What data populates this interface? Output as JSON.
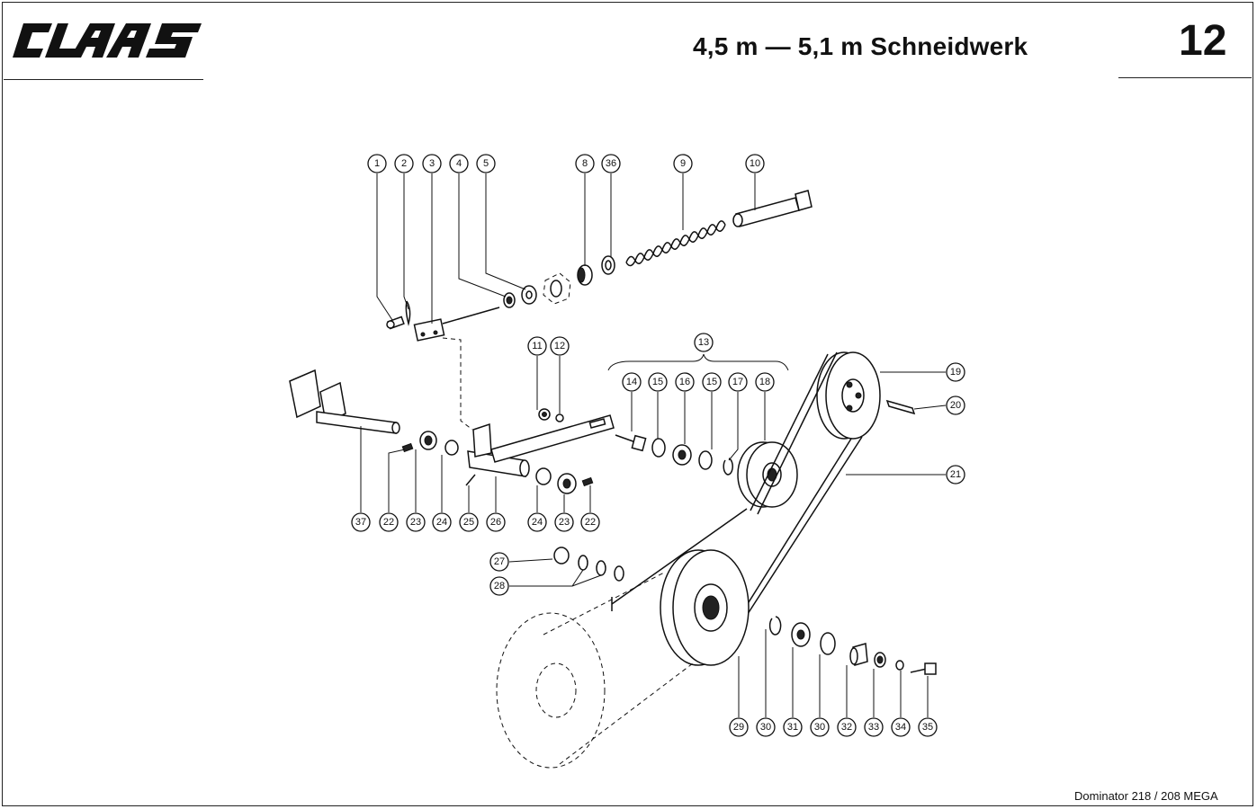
{
  "header": {
    "brand": "CLAAS",
    "title": "4,5 m — 5,1 m Schneidwerk",
    "page_number": "12"
  },
  "footer": {
    "model": "Dominator 218 / 208 MEGA"
  },
  "callouts": [
    "1",
    "2",
    "3",
    "4",
    "5",
    "8",
    "36",
    "9",
    "10",
    "11",
    "12",
    "13",
    "14",
    "15",
    "16",
    "15",
    "17",
    "18",
    "19",
    "20",
    "21",
    "37",
    "22",
    "23",
    "24",
    "25",
    "26",
    "24",
    "23",
    "22",
    "27",
    "28",
    "29",
    "30",
    "31",
    "30",
    "32",
    "33",
    "34",
    "35"
  ]
}
